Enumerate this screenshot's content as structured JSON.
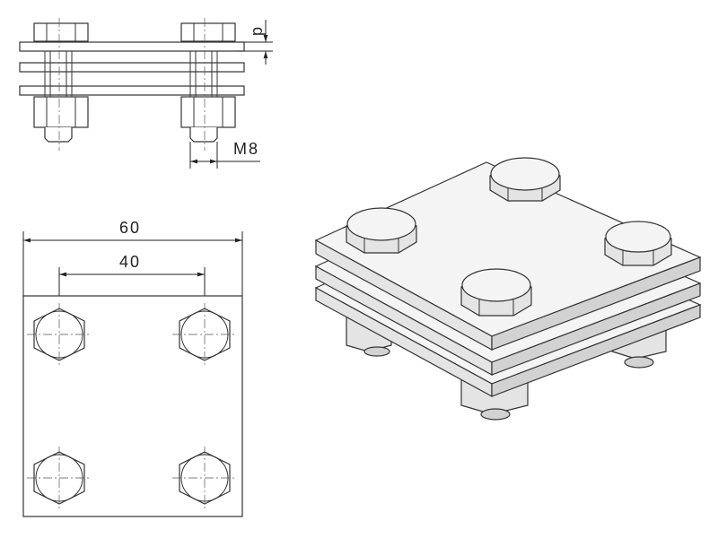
{
  "labels": {
    "thickness": "d",
    "thread": "M8",
    "width": "60",
    "bolt_spacing": "40"
  }
}
